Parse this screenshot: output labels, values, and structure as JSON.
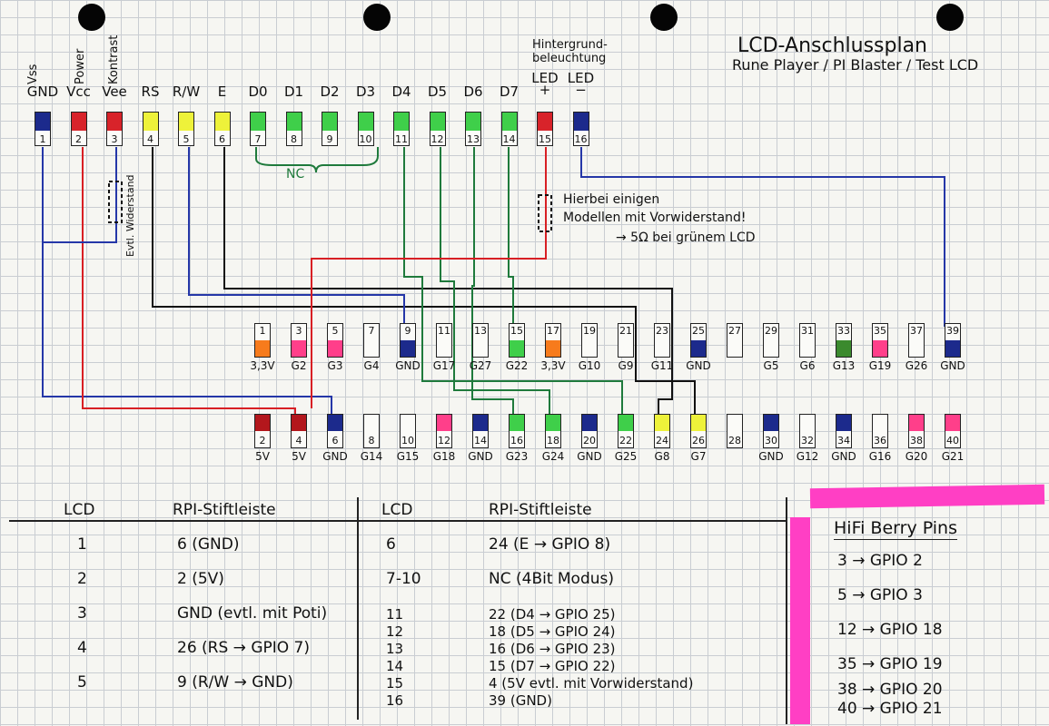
{
  "title": "LCD-Anschlussplan",
  "subtitle": "Rune Player / PI Blaster / Test LCD",
  "backlight_label": "Hintergrund-beleuchtung",
  "vertical_labels": {
    "vss": "Vss",
    "power": "Power",
    "kontrast": "Kontrast"
  },
  "poti_note": "Evtl. Widerstand",
  "nc_label": "NC",
  "resistor_note": [
    "Hierbei einigen",
    "Modellen mit Vorwiderstand!",
    "→ 5Ω bei grünem LCD"
  ],
  "lcd_pins": [
    {
      "label": "GND",
      "num": "1",
      "color": "#1c2a8c"
    },
    {
      "label": "Vcc",
      "num": "2",
      "color": "#d8232a"
    },
    {
      "label": "Vee",
      "num": "3",
      "color": "#d8232a"
    },
    {
      "label": "RS",
      "num": "4",
      "color": "#eef23a"
    },
    {
      "label": "R/W",
      "num": "5",
      "color": "#eef23a"
    },
    {
      "label": "E",
      "num": "6",
      "color": "#eef23a"
    },
    {
      "label": "D0",
      "num": "7",
      "color": "#3fcf4a"
    },
    {
      "label": "D1",
      "num": "8",
      "color": "#3fcf4a"
    },
    {
      "label": "D2",
      "num": "9",
      "color": "#3fcf4a"
    },
    {
      "label": "D3",
      "num": "10",
      "color": "#3fcf4a"
    },
    {
      "label": "D4",
      "num": "11",
      "color": "#3fcf4a"
    },
    {
      "label": "D5",
      "num": "12",
      "color": "#3fcf4a"
    },
    {
      "label": "D6",
      "num": "13",
      "color": "#3fcf4a"
    },
    {
      "label": "D7",
      "num": "14",
      "color": "#3fcf4a"
    },
    {
      "label": "LED +",
      "num": "15",
      "color": "#d8232a"
    },
    {
      "label": "LED −",
      "num": "16",
      "color": "#1c2a8c"
    }
  ],
  "header_top": [
    {
      "num": "1",
      "label": "3,3V",
      "color": "#f77b1c"
    },
    {
      "num": "3",
      "label": "G2",
      "color": "#ff3f8a"
    },
    {
      "num": "5",
      "label": "G3",
      "color": "#ff3f8a"
    },
    {
      "num": "7",
      "label": "G4",
      "color": ""
    },
    {
      "num": "9",
      "label": "GND",
      "color": "#1c2a8c"
    },
    {
      "num": "11",
      "label": "G17",
      "color": ""
    },
    {
      "num": "13",
      "label": "G27",
      "color": ""
    },
    {
      "num": "15",
      "label": "G22",
      "color": "#3fcf4a"
    },
    {
      "num": "17",
      "label": "3,3V",
      "color": "#f77b1c"
    },
    {
      "num": "19",
      "label": "G10",
      "color": ""
    },
    {
      "num": "21",
      "label": "G9",
      "color": ""
    },
    {
      "num": "23",
      "label": "G11",
      "color": ""
    },
    {
      "num": "25",
      "label": "GND",
      "color": "#1c2a8c"
    },
    {
      "num": "27",
      "label": "",
      "color": ""
    },
    {
      "num": "29",
      "label": "G5",
      "color": ""
    },
    {
      "num": "31",
      "label": "G6",
      "color": ""
    },
    {
      "num": "33",
      "label": "G13",
      "color": "#3b8a2e"
    },
    {
      "num": "35",
      "label": "G19",
      "color": "#ff3f8a"
    },
    {
      "num": "37",
      "label": "G26",
      "color": ""
    },
    {
      "num": "39",
      "label": "GND",
      "color": "#1c2a8c"
    }
  ],
  "header_bottom": [
    {
      "num": "2",
      "label": "5V",
      "color": "#b3171c"
    },
    {
      "num": "4",
      "label": "5V",
      "color": "#b3171c"
    },
    {
      "num": "6",
      "label": "GND",
      "color": "#1c2a8c"
    },
    {
      "num": "8",
      "label": "G14",
      "color": ""
    },
    {
      "num": "10",
      "label": "G15",
      "color": ""
    },
    {
      "num": "12",
      "label": "G18",
      "color": "#ff3f8a"
    },
    {
      "num": "14",
      "label": "GND",
      "color": "#1c2a8c"
    },
    {
      "num": "16",
      "label": "G23",
      "color": "#3fcf4a"
    },
    {
      "num": "18",
      "label": "G24",
      "color": "#3fcf4a"
    },
    {
      "num": "20",
      "label": "GND",
      "color": "#1c2a8c"
    },
    {
      "num": "22",
      "label": "G25",
      "color": "#3fcf4a"
    },
    {
      "num": "24",
      "label": "G8",
      "color": "#eef23a"
    },
    {
      "num": "26",
      "label": "G7",
      "color": "#eef23a"
    },
    {
      "num": "28",
      "label": "",
      "color": ""
    },
    {
      "num": "30",
      "label": "GND",
      "color": "#1c2a8c"
    },
    {
      "num": "32",
      "label": "G12",
      "color": ""
    },
    {
      "num": "34",
      "label": "GND",
      "color": "#1c2a8c"
    },
    {
      "num": "36",
      "label": "G16",
      "color": ""
    },
    {
      "num": "38",
      "label": "G20",
      "color": "#ff3f8a"
    },
    {
      "num": "40",
      "label": "G21",
      "color": "#ff3f8a"
    }
  ],
  "table_left": {
    "headers": [
      "LCD",
      "RPI-Stiftleiste"
    ],
    "rows": [
      [
        "1",
        "6 (GND)"
      ],
      [
        "2",
        "2 (5V)"
      ],
      [
        "3",
        "GND (evtl. mit Poti)"
      ],
      [
        "4",
        "26 (RS → GPIO 7)"
      ],
      [
        "5",
        "9 (R/W → GND)"
      ]
    ]
  },
  "table_right": {
    "headers": [
      "LCD",
      "RPI-Stiftleiste"
    ],
    "rows": [
      [
        "6",
        "24 (E → GPIO 8)"
      ],
      [
        "7-10",
        "NC (4Bit Modus)"
      ],
      [
        "11",
        "22 (D4 → GPIO 25)"
      ],
      [
        "12",
        "18 (D5 → GPIO 24)"
      ],
      [
        "13",
        "16 (D6 → GPIO 23)"
      ],
      [
        "14",
        "15 (D7 → GPIO 22)"
      ],
      [
        "15",
        "4 (5V evtl. mit Vorwiderstand)"
      ],
      [
        "16",
        "39 (GND)"
      ]
    ]
  },
  "hifiberry": {
    "title": "HiFi Berry Pins",
    "rows": [
      "3 → GPIO 2",
      "5 → GPIO 3",
      "12 → GPIO 18",
      "35 → GPIO 19",
      "38 → GPIO 20",
      "40 → GPIO 21"
    ]
  }
}
